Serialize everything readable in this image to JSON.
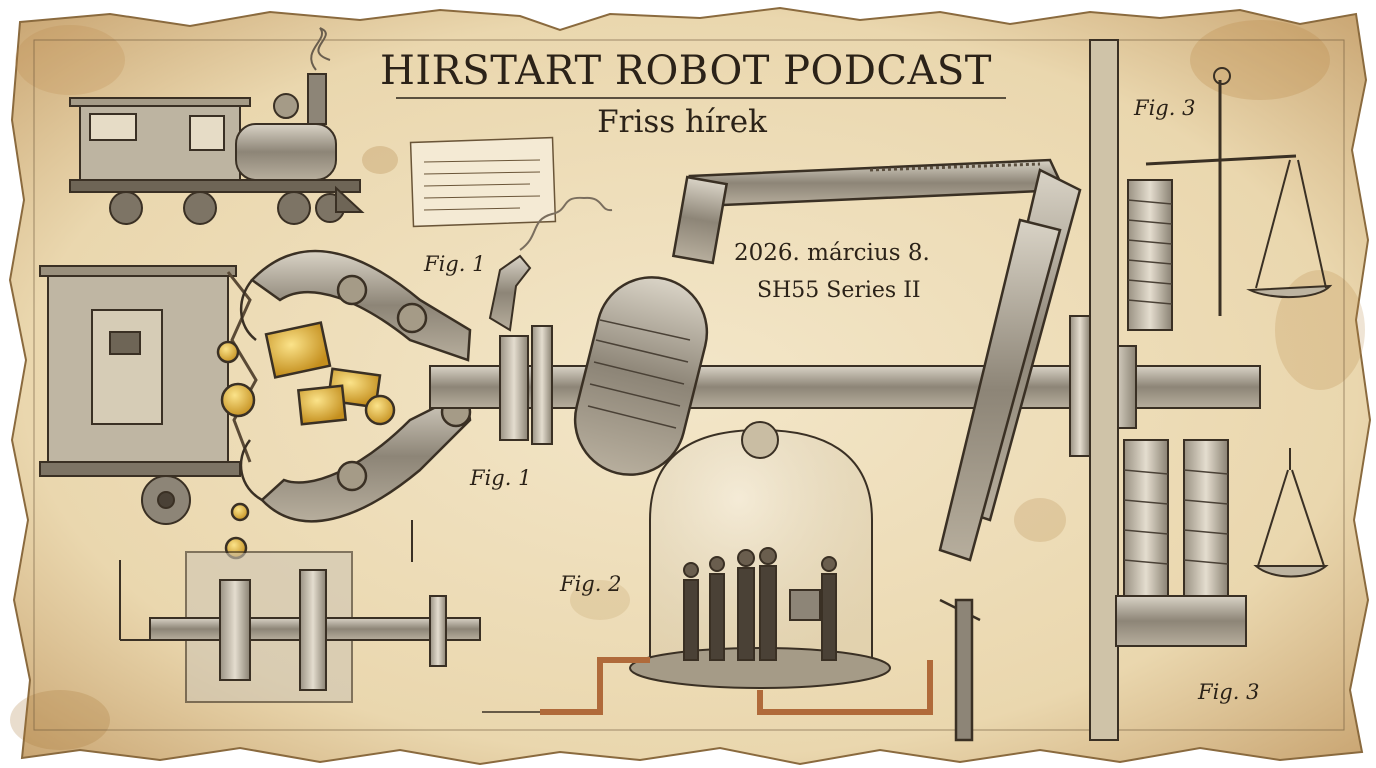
{
  "poster": {
    "title": "HIRSTART ROBOT PODCAST",
    "subtitle": "Friss hírek",
    "date": "2026. március 8.",
    "series": "SH55 Series II"
  },
  "figures": {
    "fig1_top": "Fig. 1",
    "fig1_bottom": "Fig. 1",
    "fig2": "Fig. 2",
    "fig3_top": "Fig. 3",
    "fig3_bottom": "Fig. 3"
  },
  "colors": {
    "paper": "#efe0bf",
    "ink": "#2b2218",
    "stain": "#c99a5c",
    "gold": "#e0b43a",
    "copper": "#c07a4a"
  }
}
